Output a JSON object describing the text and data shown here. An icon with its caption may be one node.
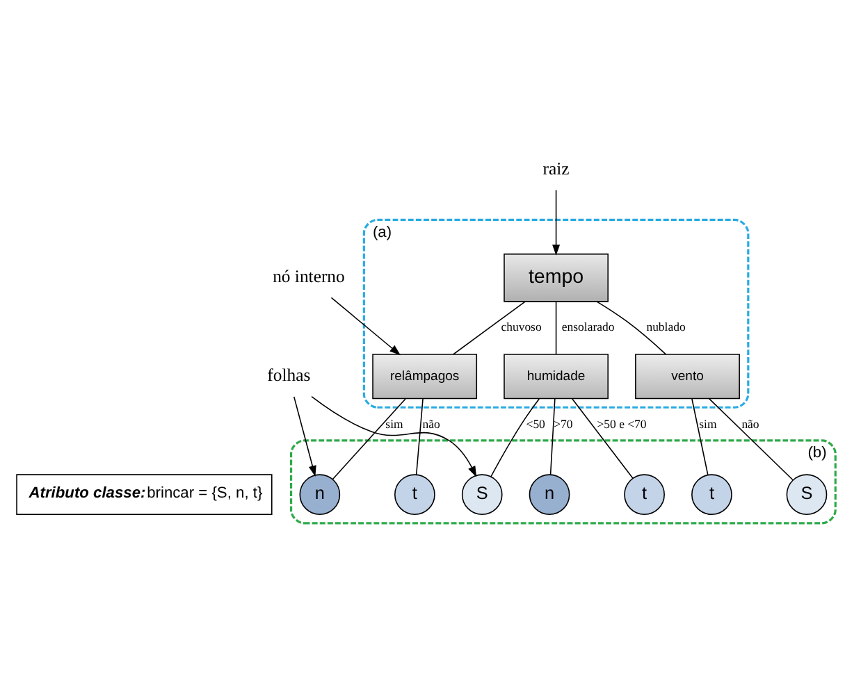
{
  "diagram": {
    "nodes": [
      {
        "text": [
          "(a)"
        ]
      },
      {
        "text": [
          "tempo"
        ],
        "in": 0
      },
      {
        "text": [
          "humidade"
        ],
        "in": 0
      },
      {
        "text": [
          "vento"
        ],
        "in": 0
      },
      {
        "text": [
          "relâmpagos"
        ],
        "in": 0
      },
      {
        "text": [
          "(b)"
        ]
      },
      {
        "text": [
          "S"
        ],
        "in": 5
      },
      {
        "text": [
          "t"
        ],
        "in": 5
      },
      {
        "text": [
          "n"
        ],
        "in": 5
      },
      {
        "text": [
          "S"
        ],
        "in": 5
      },
      {
        "text": [
          "t"
        ],
        "in": 5
      },
      {
        "text": [
          "t"
        ],
        "in": 5
      },
      {
        "text": [
          "n"
        ],
        "in": 5
      },
      {
        "text": [
          "raiz"
        ]
      },
      {
        "text": [
          "nó interno"
        ]
      },
      {
        "text": [
          "folhas"
        ]
      },
      {
        "text": [
          "Atributo classe:",
          "brincar = {S, n, t}"
        ]
      }
    ],
    "edges": [
      {
        "from": 1,
        "to": 2,
        "arrow": "none",
        "label": "ensolarado"
      },
      {
        "from": 1,
        "to": 3,
        "arrow": "none",
        "label": "nublado"
      },
      {
        "from": 1,
        "to": 4,
        "arrow": "none",
        "label": "chuvoso"
      },
      {
        "from": 2,
        "to": 6,
        "arrow": "none",
        "label": "<50"
      },
      {
        "from": 2,
        "to": 7,
        "arrow": "none",
        "label": ">50 e <70"
      },
      {
        "from": 2,
        "to": 8,
        "arrow": "none",
        "label": ">70"
      },
      {
        "from": 3,
        "to": 9,
        "arrow": "none",
        "label": "não"
      },
      {
        "from": 3,
        "to": 10,
        "arrow": "none",
        "label": "sim"
      },
      {
        "from": 4,
        "to": 11,
        "arrow": "none",
        "label": "não"
      },
      {
        "from": 4,
        "to": 12,
        "arrow": "none",
        "label": "sim"
      },
      {
        "from": 13,
        "to": 1,
        "arrow": "to"
      },
      {
        "from": 14,
        "to": 4,
        "arrow": "to"
      },
      {
        "from": 15,
        "to": 6,
        "arrow": "to"
      },
      {
        "from": 15,
        "to": 12,
        "arrow": "to"
      }
    ]
  }
}
